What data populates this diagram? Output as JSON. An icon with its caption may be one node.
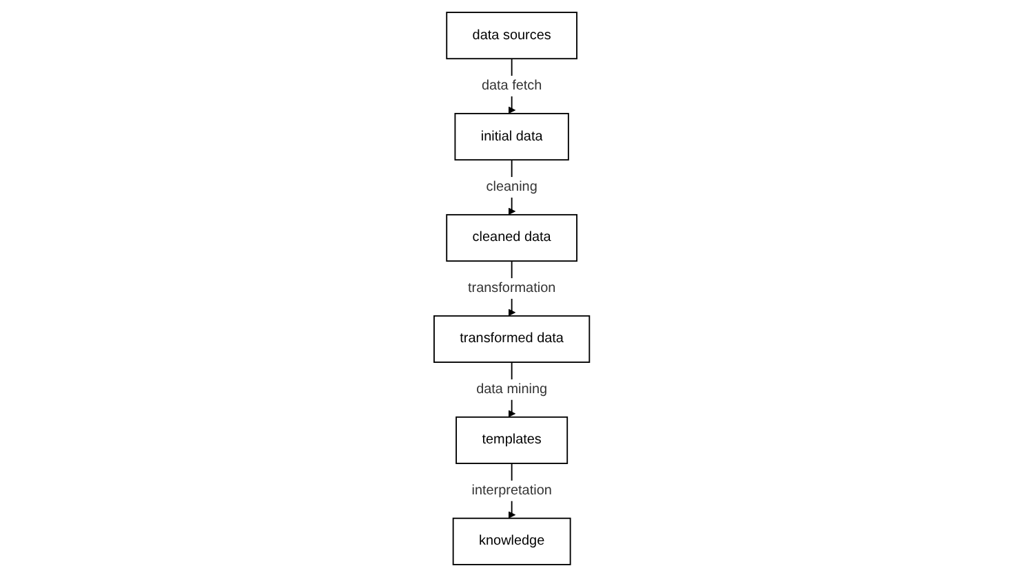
{
  "diagram": {
    "nodes": [
      {
        "text": [
          "data sources"
        ]
      },
      {
        "text": [
          "initial data"
        ]
      },
      {
        "text": [
          "cleaned data"
        ]
      },
      {
        "text": [
          "transformed data"
        ]
      },
      {
        "text": [
          "templates"
        ]
      },
      {
        "text": [
          "knowledge"
        ]
      }
    ],
    "edges": [
      {
        "from": 0,
        "to": 1,
        "arrow": "to",
        "label": "data fetch"
      },
      {
        "from": 1,
        "to": 2,
        "arrow": "to",
        "label": "cleaning"
      },
      {
        "from": 2,
        "to": 3,
        "arrow": "to",
        "label": "transformation"
      },
      {
        "from": 3,
        "to": 4,
        "arrow": "to",
        "label": "data mining"
      },
      {
        "from": 4,
        "to": 5,
        "arrow": "to",
        "label": "interpretation"
      }
    ]
  }
}
